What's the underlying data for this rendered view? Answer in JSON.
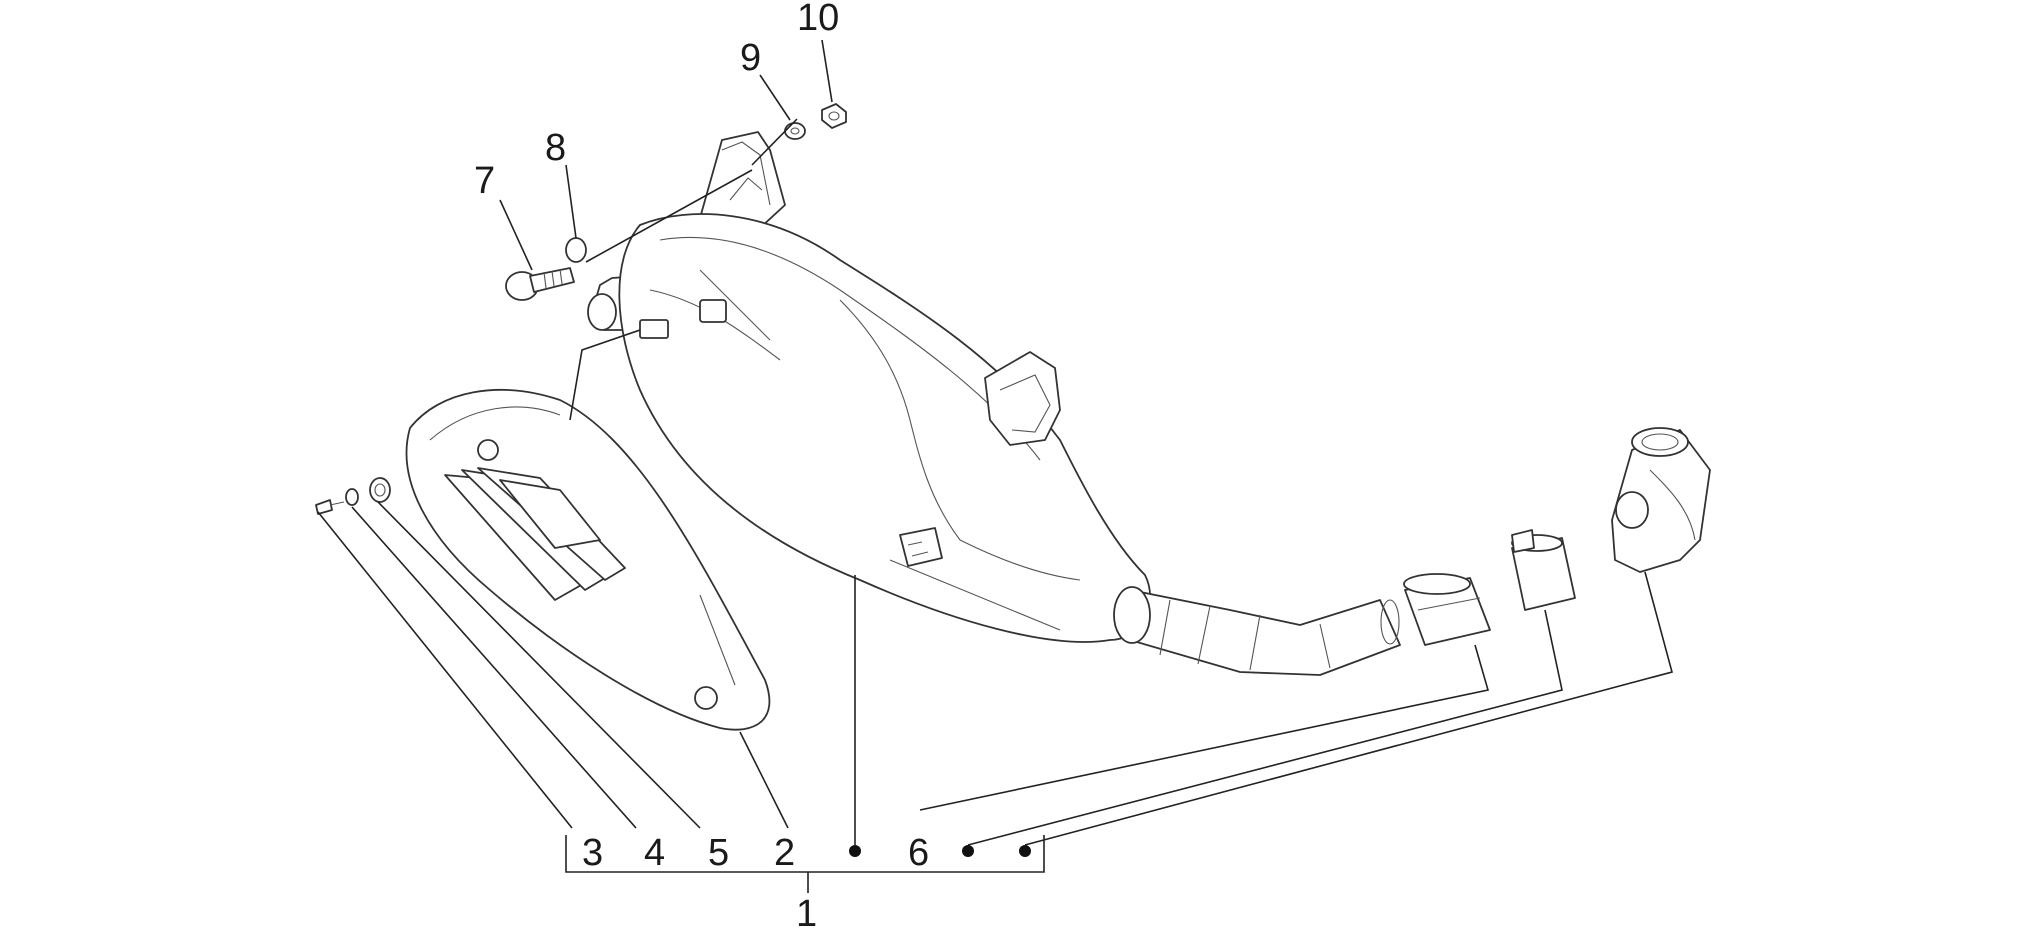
{
  "callouts": {
    "c1": "1",
    "c2": "2",
    "c3": "3",
    "c4": "4",
    "c5": "5",
    "c6": "6",
    "c7": "7",
    "c8": "8",
    "c9": "9",
    "c10": "10"
  },
  "colors": {
    "line": "#222222",
    "fill": "#ffffff"
  }
}
